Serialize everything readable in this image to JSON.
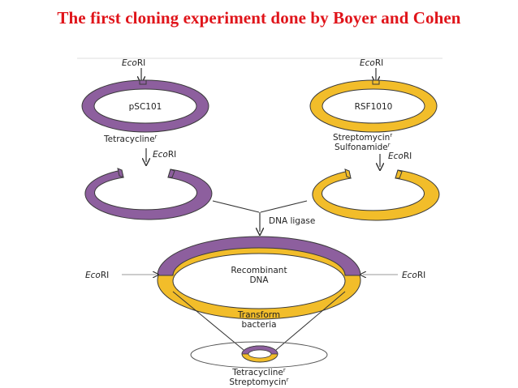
{
  "title": "The first cloning experiment done by Boyer and Cohen",
  "enzyme": {
    "name_prefix": "Eco",
    "name_suffix": "RI",
    "italic_part": "Eco"
  },
  "plasmid_left": {
    "name": "pSC101",
    "marker": "Tetracycline",
    "marker_sup": "r",
    "color": "#8d5f9e"
  },
  "plasmid_right": {
    "name": "RSF1010",
    "marker1": "Streptomycin",
    "marker1_sup": "r",
    "marker2": "Sulfonamide",
    "marker2_sup": "r",
    "color": "#f2bd2a"
  },
  "ligase_label": "DNA ligase",
  "recombinant": {
    "line1": "Recombinant",
    "line2": "DNA"
  },
  "transform": {
    "line1": "Transform",
    "line2": "bacteria"
  },
  "result": {
    "marker1": "Tetracycline",
    "marker1_sup": "r",
    "marker2": "Streptomycin",
    "marker2_sup": "r"
  },
  "colors": {
    "title": "#e0141a",
    "purple": "#8d5f9e",
    "yellow": "#f2bd2a",
    "outline": "#3a3a3a"
  }
}
